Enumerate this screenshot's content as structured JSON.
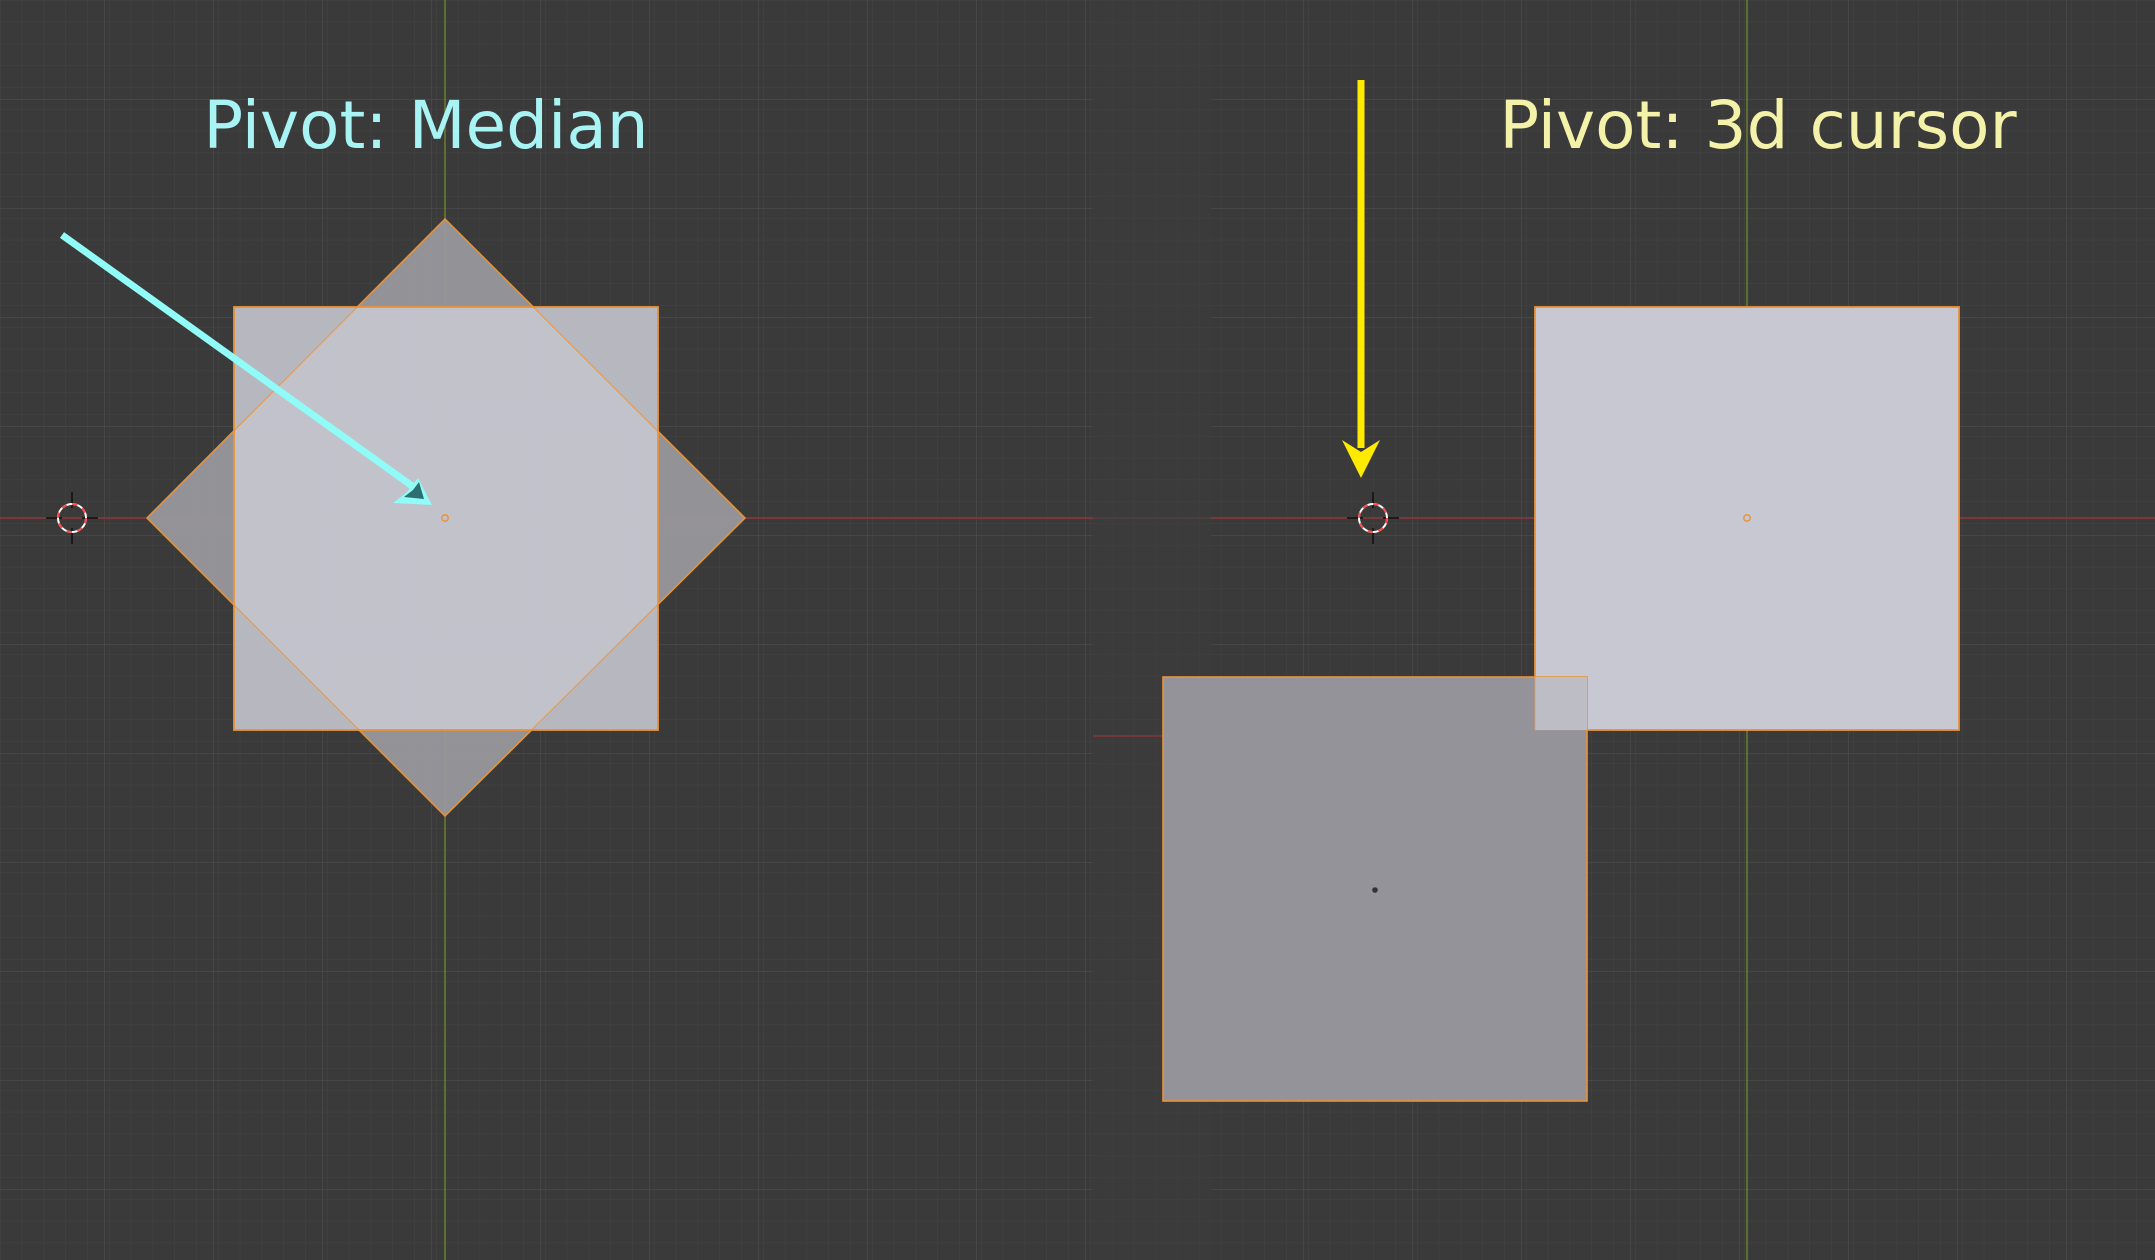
{
  "left_panel": {
    "title": "Pivot: Median",
    "title_color": "#a8f3f3",
    "arrow_color": "#90fbf7",
    "pivot_mode": "median"
  },
  "right_panel": {
    "title": "Pivot: 3d cursor",
    "title_color": "#f4f1a8",
    "arrow_color": "#ffea00",
    "pivot_mode": "3d cursor"
  },
  "colors": {
    "background": "#3a3a3a",
    "grid_minor": "#444444",
    "grid_major": "#505050",
    "x_axis": "#8f3737",
    "y_axis": "#6b7f2e",
    "selected_outline": "#e8933a",
    "plane_fill": "#c7c8d1",
    "rotated_plane_fill": "#9a9aa0",
    "origin_dot": "#e8933a",
    "cursor_ring_red": "#ff4a4a",
    "cursor_ring_white": "#ffffff"
  }
}
